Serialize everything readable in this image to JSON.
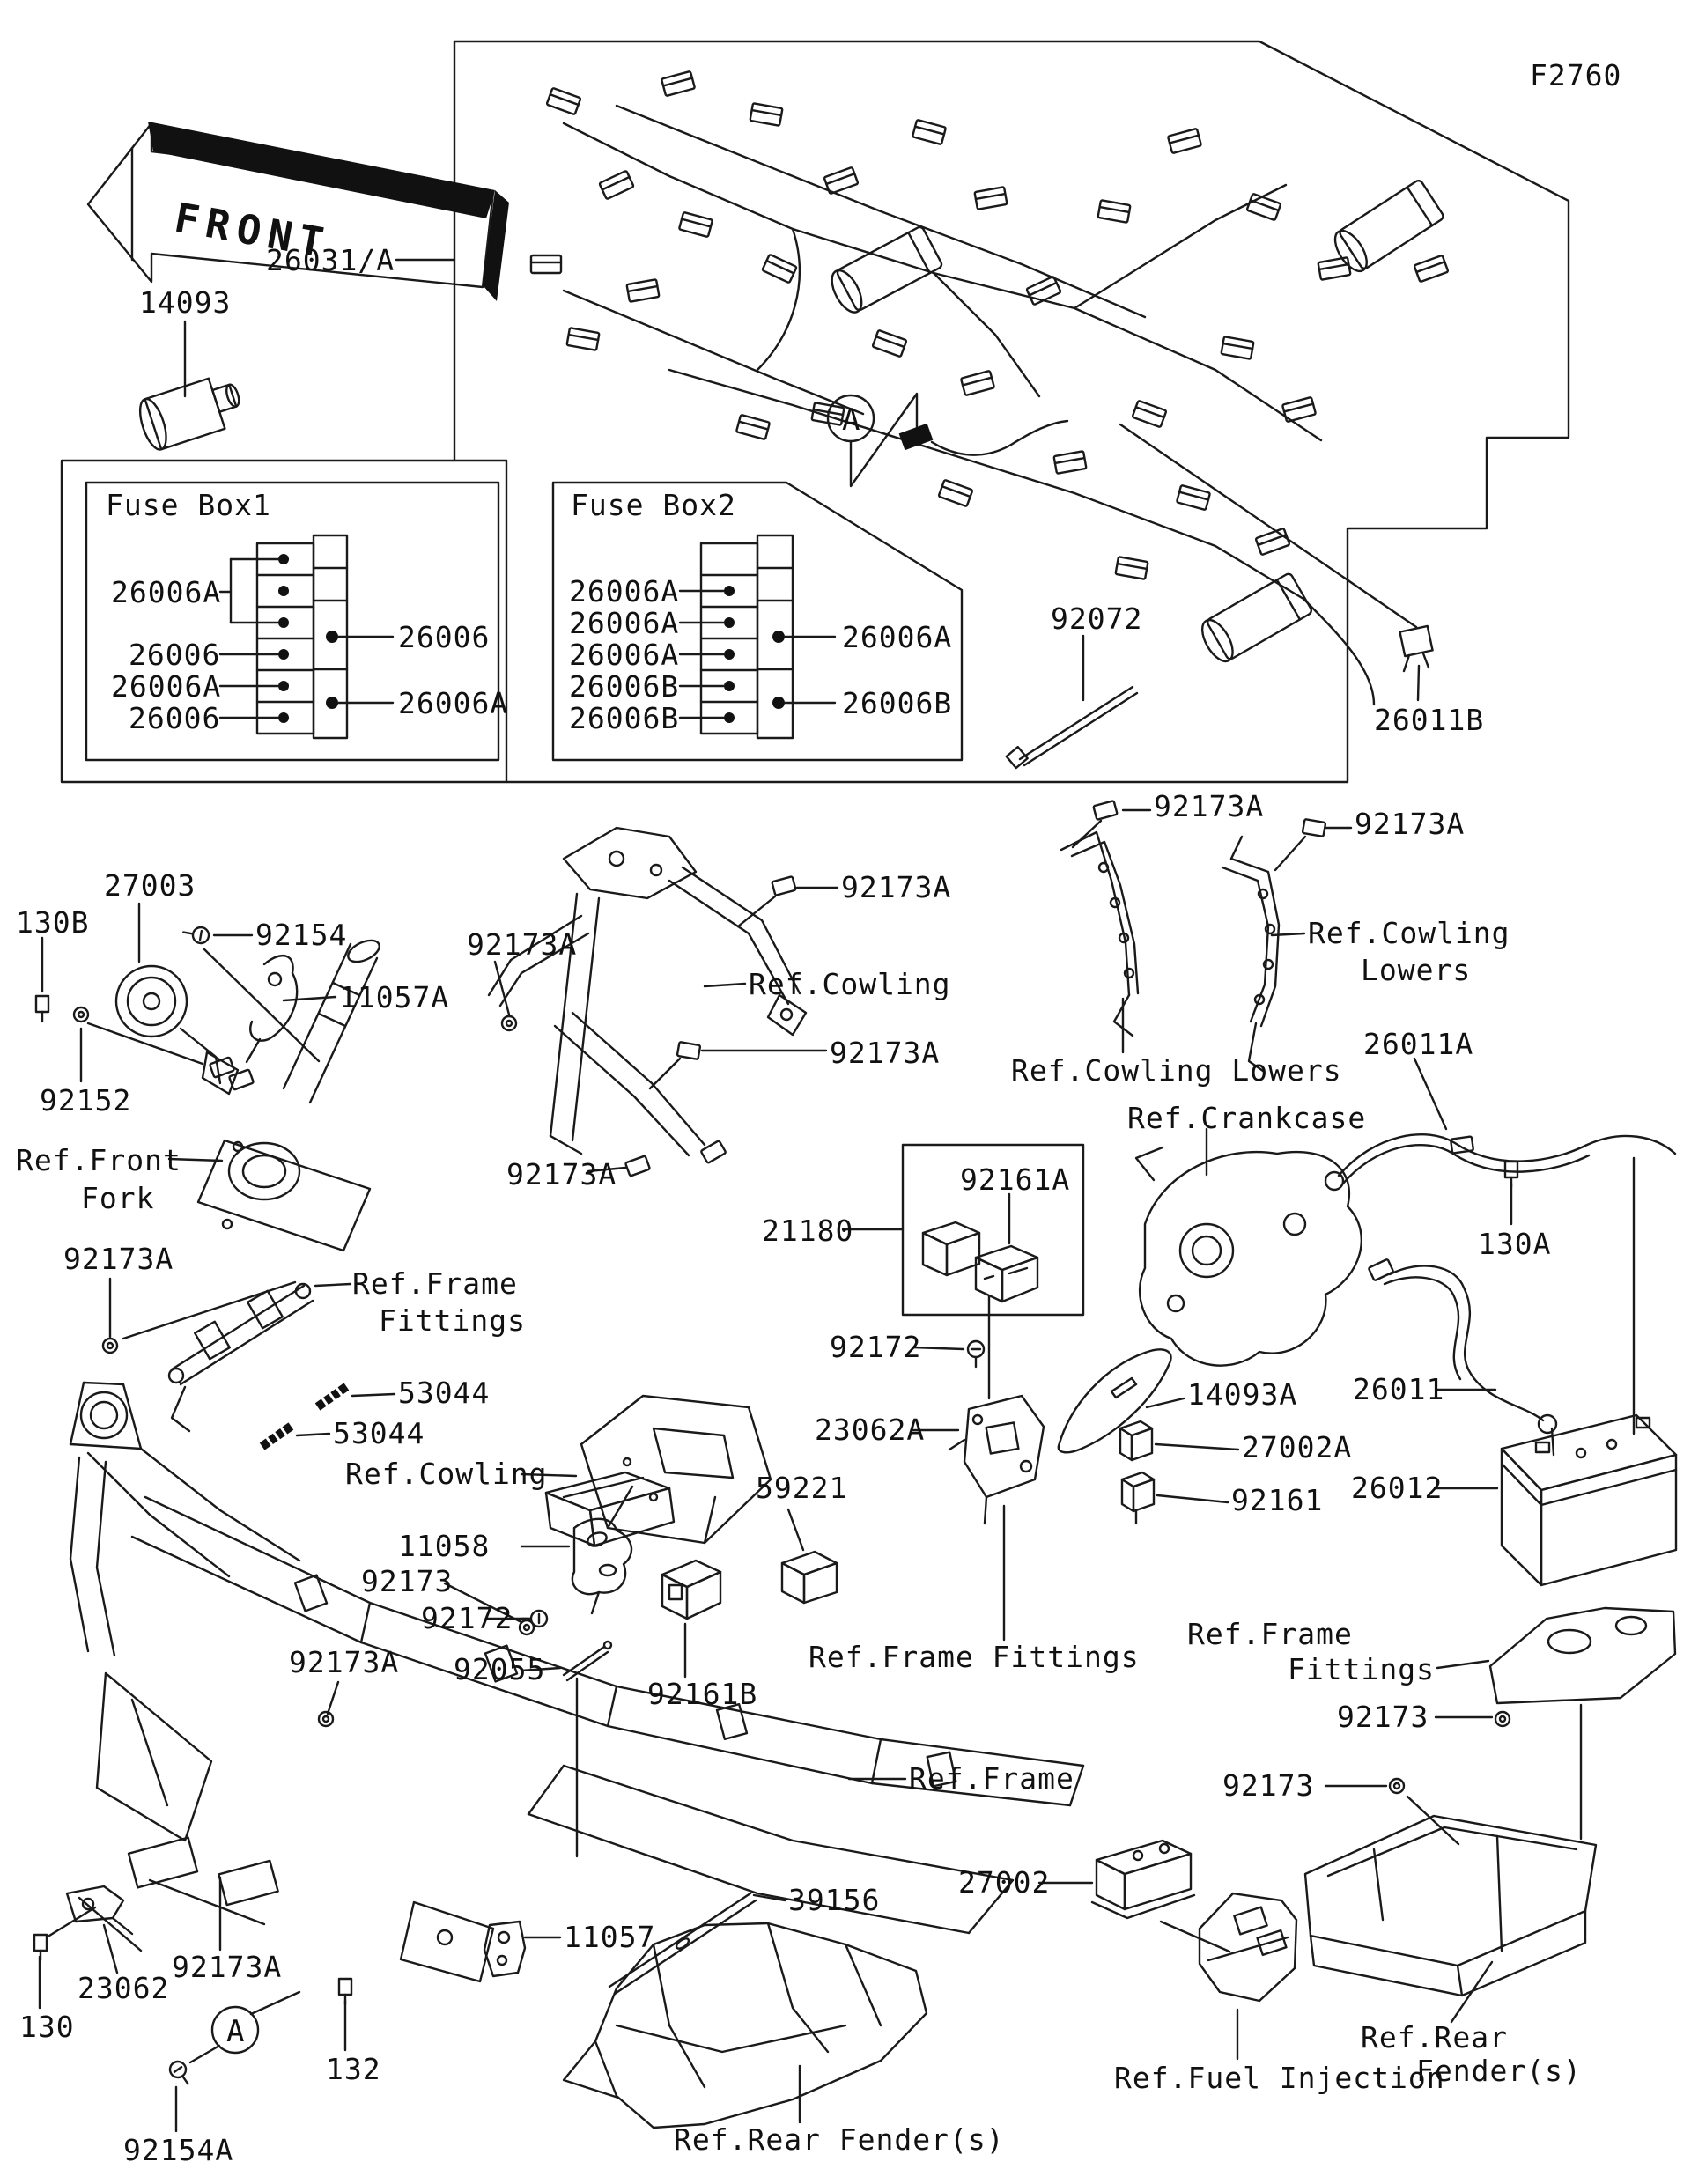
{
  "page": {
    "code": "F2760",
    "front_marker": "FRONT",
    "detail_marker": "A"
  },
  "fuse_box1": {
    "title": "Fuse Box1",
    "left_labels": [
      "26006A",
      "26006",
      "26006A",
      "26006"
    ],
    "right_labels": [
      "26006",
      "26006A"
    ]
  },
  "fuse_box2": {
    "title": "Fuse Box2",
    "left_labels": [
      "26006A",
      "26006A",
      "26006A",
      "26006B",
      "26006B"
    ],
    "right_labels": [
      "26006A",
      "26006B"
    ]
  },
  "parts": {
    "harness": "26031/A",
    "screw_14093": "14093",
    "cable_tie": "92072",
    "clip_26011b": "26011B",
    "clamp": "92173A",
    "horn": "27003",
    "bolt_130b": "130B",
    "screw_92154": "92154",
    "bracket_11057a": "11057A",
    "grommet_92152": "92152",
    "junction_box": "21180",
    "relay_92161a": "92161A",
    "screw_92172": "92172",
    "bracket_23062a": "23062A",
    "gasket_14093a": "14093A",
    "relay_27002a": "27002A",
    "relay_92161": "92161",
    "cable_26011a": "26011A",
    "bolt_130a": "130A",
    "cable_26011": "26011",
    "battery_26012": "26012",
    "pin_53044": "53044",
    "bracket_11058": "11058",
    "clamp_92173": "92173",
    "pin_92055": "92055",
    "junction_59221": "59221",
    "relay_92161b": "92161B",
    "igniter_27002": "27002",
    "damper_39156": "39156",
    "bracket_11057": "11057",
    "bracket_23062": "23062",
    "bolt_130": "130",
    "screw_92154a": "92154A",
    "bolt_132": "132"
  },
  "refs": {
    "front_fork_line1": "Ref.Front",
    "front_fork_line2": "Fork",
    "cowling": "Ref.Cowling",
    "cowling_lowers": "Ref.Cowling Lowers",
    "cowling_lowers_line1": "Ref.Cowling",
    "cowling_lowers_line2": "Lowers",
    "crankcase": "Ref.Crankcase",
    "frame_fittings": "Ref.Frame Fittings",
    "frame_fittings_line1": "Ref.Frame",
    "frame_fittings_line2": "Fittings",
    "frame": "Ref.Frame",
    "fuel_injection": "Ref.Fuel Injection",
    "rear_fenders": "Ref.Rear Fender(s)",
    "rear_fenders_line1": "Ref.Rear",
    "rear_fenders_line2": "Fender(s)"
  }
}
